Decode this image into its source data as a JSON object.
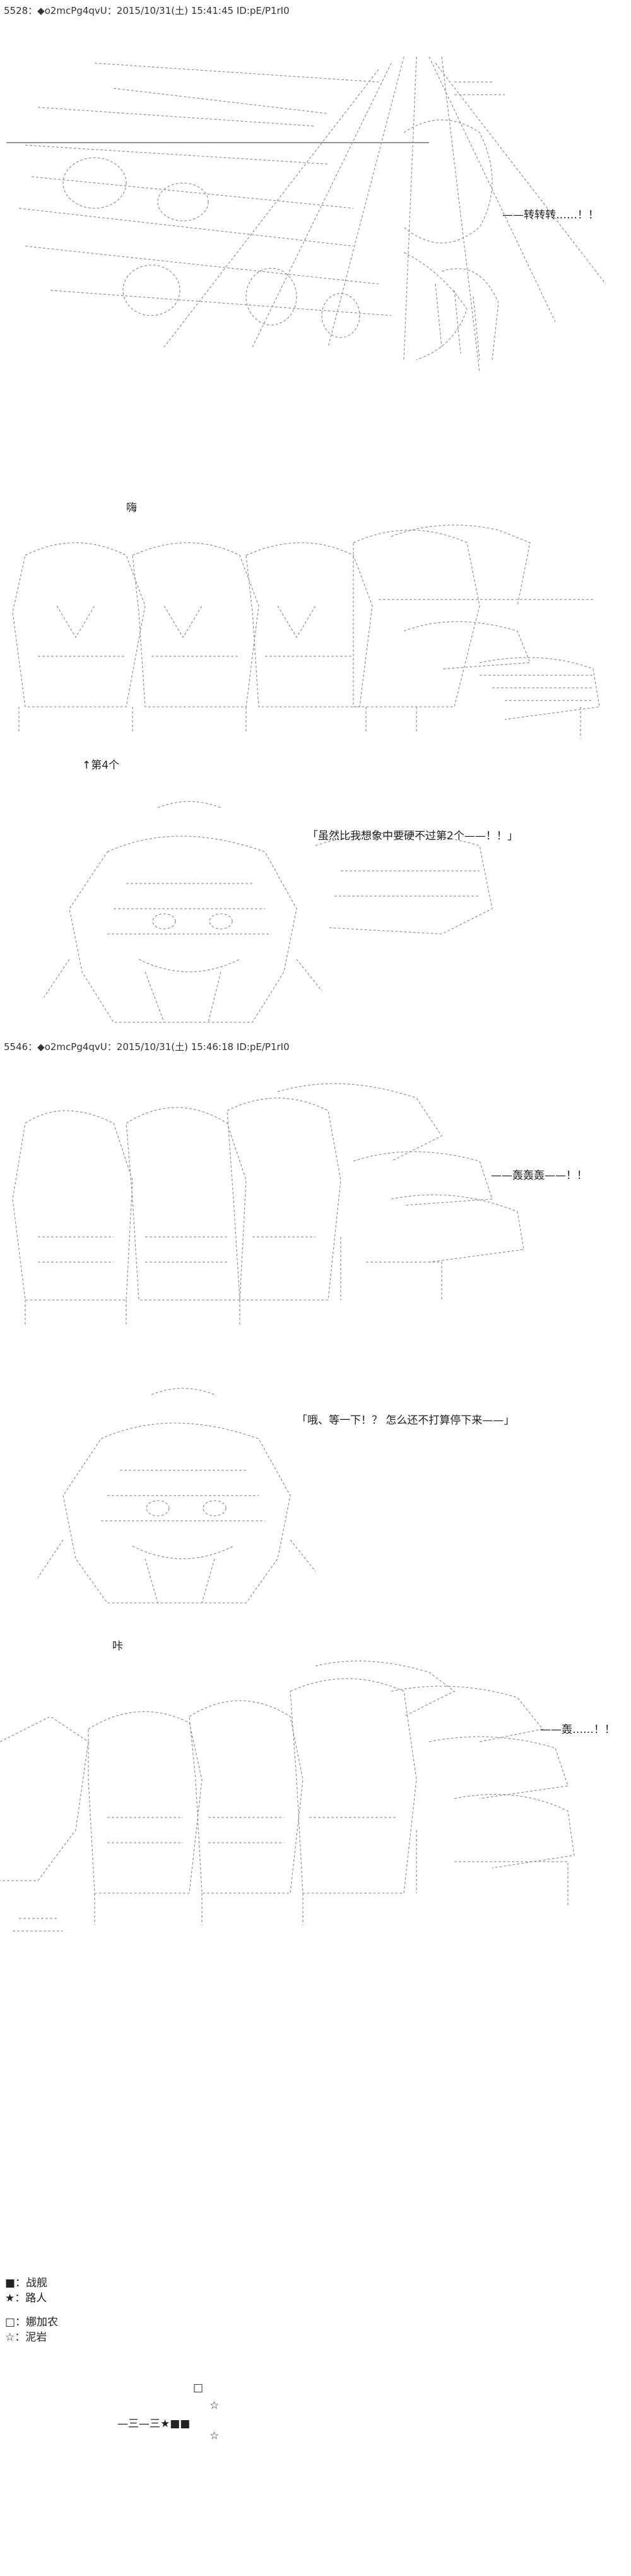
{
  "posts": [
    {
      "header": "5528：◆o2mcPg4qvU：2015/10/31(土) 15:41:45 ID:pE/P1rI0",
      "lines": {
        "sfx1": "——转转转……！！",
        "hai": "嗨",
        "fourth": "↑第4个",
        "dialogue1": "「虽然比我想象中要硬不过第2个——！！」"
      }
    },
    {
      "header": "5546：◆o2mcPg4qvU：2015/10/31(土) 15:46:18 ID:pE/P1rI0",
      "lines": {
        "sfx2": "——轰轰轰——！！",
        "dialogue2": "「哦、等一下！？ 怎么还不打算停下来——」",
        "pa": "咔",
        "sfx3": "——轰……！！"
      }
    }
  ],
  "legend": {
    "item1": "■：战舰",
    "item2": "★：路人",
    "item3": "□：娜加农",
    "item4": "☆：泥岩"
  },
  "formation": {
    "row1": "□",
    "row2": "☆",
    "row3": "—三—三★■■",
    "row4": "☆"
  }
}
